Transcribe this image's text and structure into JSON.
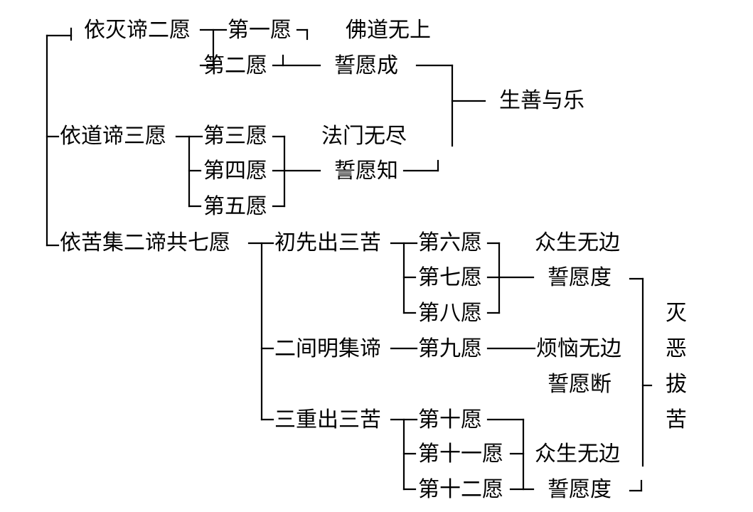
{
  "diagram": {
    "nodes": {
      "mie_di": "依灭谛二愿",
      "dao_di": "依道谛三愿",
      "ku_ji": "依苦集二谛共七愿",
      "vow1": "第一愿",
      "vow2": "第二愿",
      "vow3": "第三愿",
      "vow4": "第四愿",
      "vow5": "第五愿",
      "first_three_suff": "初先出三苦",
      "second_ji_di": "二间明集谛",
      "third_three_suff": "三重出三苦",
      "vow6": "第六愿",
      "vow7": "第七愿",
      "vow8": "第八愿",
      "vow9": "第九愿",
      "vow10": "第十愿",
      "vow11": "第十一愿",
      "vow12": "第十二愿"
    },
    "phrases": {
      "fodao_wushang": "佛道无上",
      "shi_yuan_cheng": "誓愿成",
      "famen_wujin": "法门无尽",
      "shi_yuan_zhi": "誓愿知",
      "zhongsheng_wubian_1": "众生无边",
      "shi_yuan_du_1": "誓愿度",
      "fannao_wubian": "烦恼无边",
      "shi_yuan_duan": "誓愿断",
      "zhongsheng_wubian_2": "众生无边",
      "shi_yuan_du_2": "誓愿度"
    },
    "results": {
      "sheng_shan_yu_le": "生善与乐",
      "mie_e_ba_ku": [
        "灭",
        "恶",
        "拔",
        "苦"
      ]
    }
  }
}
